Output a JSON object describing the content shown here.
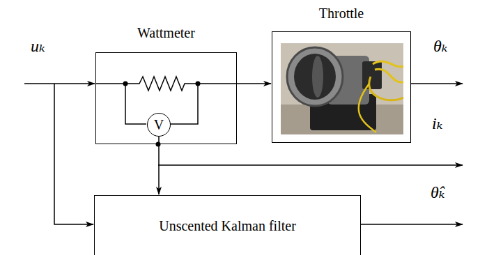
{
  "diagram": {
    "nodes": [
      {
        "text": [
          "Wattmeter"
        ]
      },
      {
        "text": [
          "V"
        ],
        "in": 0
      },
      {
        "text": [
          "Throttle"
        ]
      },
      {
        "text": [
          "Unscented Kalman filter"
        ]
      }
    ],
    "edges": [
      {
        "from": 0,
        "to": 2,
        "arrow": "to"
      },
      {
        "from": 1,
        "to": 3,
        "arrow": "to"
      }
    ],
    "labels": [
      "uₖ",
      "θₖ",
      "iₖ",
      "θ̂ₖ"
    ]
  }
}
